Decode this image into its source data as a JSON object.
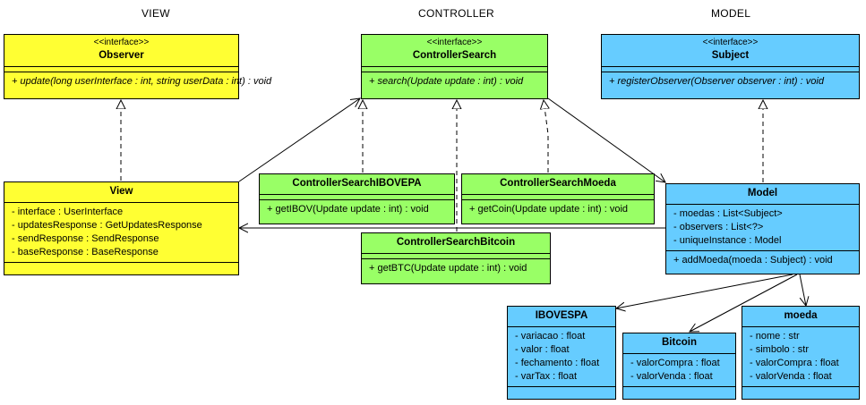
{
  "columns": {
    "view": "VIEW",
    "controller": "CONTROLLER",
    "model": "MODEL"
  },
  "colors": {
    "view": "#ffff33",
    "controller": "#99ff66",
    "model": "#66ccff",
    "line": "#000000"
  },
  "classes": {
    "observer": {
      "stereotype": "<<interface>>",
      "name": "Observer",
      "methods": [
        "+ update(long userInterface : int, string userData : int) : void"
      ]
    },
    "controllerSearch": {
      "stereotype": "<<interface>>",
      "name": "ControllerSearch",
      "methods": [
        "+ search(Update update : int) : void"
      ]
    },
    "subject": {
      "stereotype": "<<interface>>",
      "name": "Subject",
      "methods": [
        "+ registerObserver(Observer observer : int) : void"
      ]
    },
    "view": {
      "name": "View",
      "attributes": [
        "- interface : UserInterface",
        "- updatesResponse : GetUpdatesResponse",
        "- sendResponse : SendResponse",
        "- baseResponse : BaseResponse"
      ]
    },
    "csIbovespa": {
      "name": "ControllerSearchIBOVEPA",
      "methods": [
        "+ getIBOV(Update update : int) : void"
      ]
    },
    "csMoeda": {
      "name": "ControllerSearchMoeda",
      "methods": [
        "+ getCoin(Update update : int) : void"
      ]
    },
    "csBitcoin": {
      "name": "ControllerSearchBitcoin",
      "methods": [
        "+ getBTC(Update update : int) : void"
      ]
    },
    "model": {
      "name": "Model",
      "attributes": [
        "- moedas : List<Subject>",
        "- observers : List<?>",
        "- uniqueInstance : Model"
      ],
      "methods": [
        "+ addMoeda(moeda : Subject) : void"
      ]
    },
    "ibovespa": {
      "name": "IBOVESPA",
      "attributes": [
        "- variacao : float",
        "- valor : float",
        "- fechamento : float",
        "- varTax : float"
      ]
    },
    "bitcoin": {
      "name": "Bitcoin",
      "attributes": [
        "- valorCompra : float",
        "- valorVenda : float"
      ]
    },
    "moeda": {
      "name": "moeda",
      "attributes": [
        "- nome : str",
        "- simbolo : str",
        "- valorCompra : float",
        "- valorVenda : float"
      ]
    }
  }
}
